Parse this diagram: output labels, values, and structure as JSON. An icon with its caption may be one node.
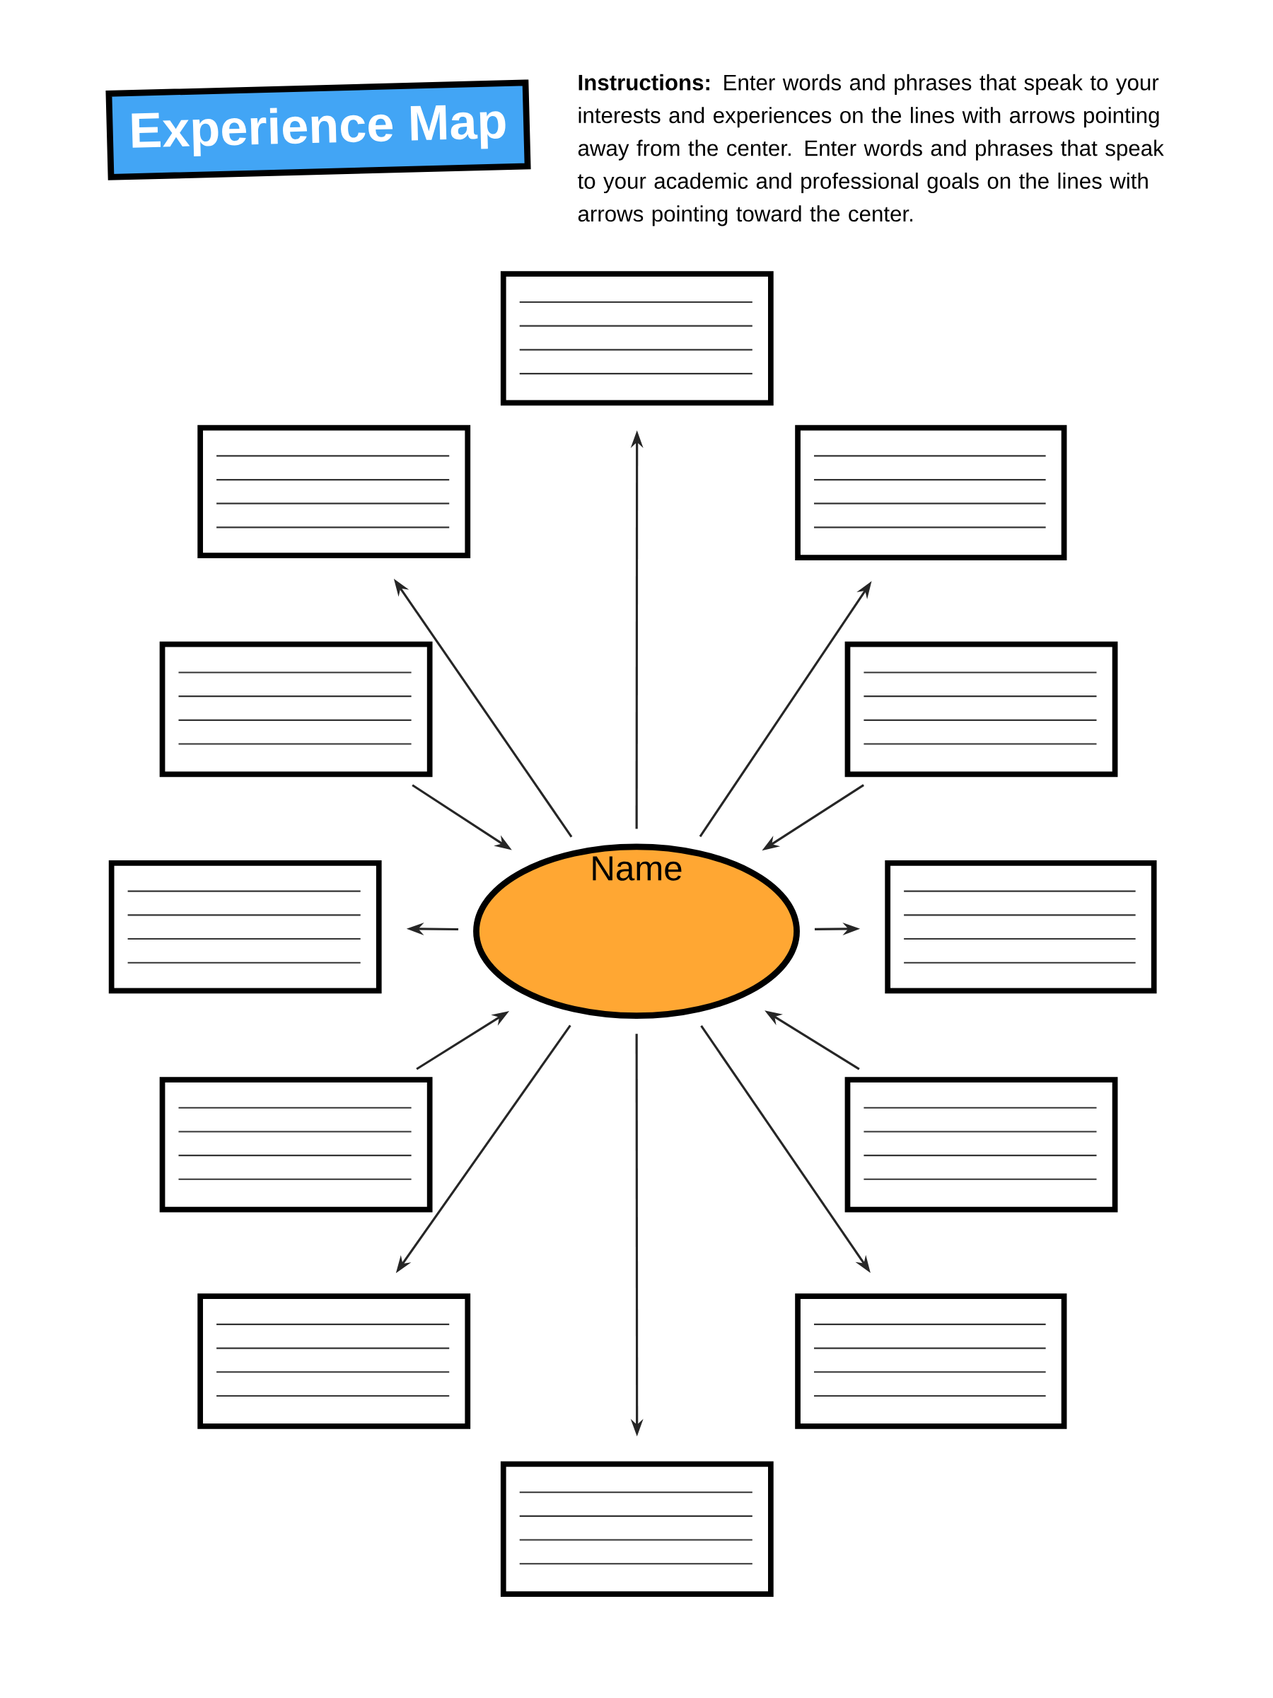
{
  "diagram": {
    "title": "Experience Map",
    "nodes": [
      {
        "text": [
          "Name"
        ]
      },
      {
        "text": [],
        "shape": "box"
      },
      {
        "text": [],
        "shape": "box"
      },
      {
        "text": [],
        "shape": "box"
      },
      {
        "text": [],
        "shape": "box"
      },
      {
        "text": [],
        "shape": "box"
      },
      {
        "text": [],
        "shape": "box"
      },
      {
        "text": [],
        "shape": "box"
      },
      {
        "text": [],
        "shape": "box"
      },
      {
        "text": [],
        "shape": "box"
      },
      {
        "text": [],
        "shape": "box"
      },
      {
        "text": [],
        "shape": "box"
      },
      {
        "text": [],
        "shape": "box"
      }
    ],
    "edges": [
      {
        "from": 0,
        "to": 1,
        "arrow": "to"
      },
      {
        "from": 0,
        "to": 2,
        "arrow": "to"
      },
      {
        "from": 0,
        "to": 3,
        "arrow": "to"
      },
      {
        "from": 4,
        "to": 0,
        "arrow": "to"
      },
      {
        "from": 5,
        "to": 0,
        "arrow": "to"
      },
      {
        "from": 0,
        "to": 6,
        "arrow": "to"
      },
      {
        "from": 0,
        "to": 7,
        "arrow": "to"
      },
      {
        "from": 8,
        "to": 0,
        "arrow": "to"
      },
      {
        "from": 9,
        "to": 0,
        "arrow": "to"
      },
      {
        "from": 0,
        "to": 10,
        "arrow": "to"
      },
      {
        "from": 0,
        "to": 11,
        "arrow": "to"
      },
      {
        "from": 0,
        "to": 12,
        "arrow": "to"
      }
    ],
    "labels": [
      "**Instructions:** Enter words and phrases that speak to your interests and experiences on the lines with arrows pointing away from the center. Enter words and phrases that speak to your academic and professional goals on the lines with arrows pointing toward the center."
    ]
  }
}
